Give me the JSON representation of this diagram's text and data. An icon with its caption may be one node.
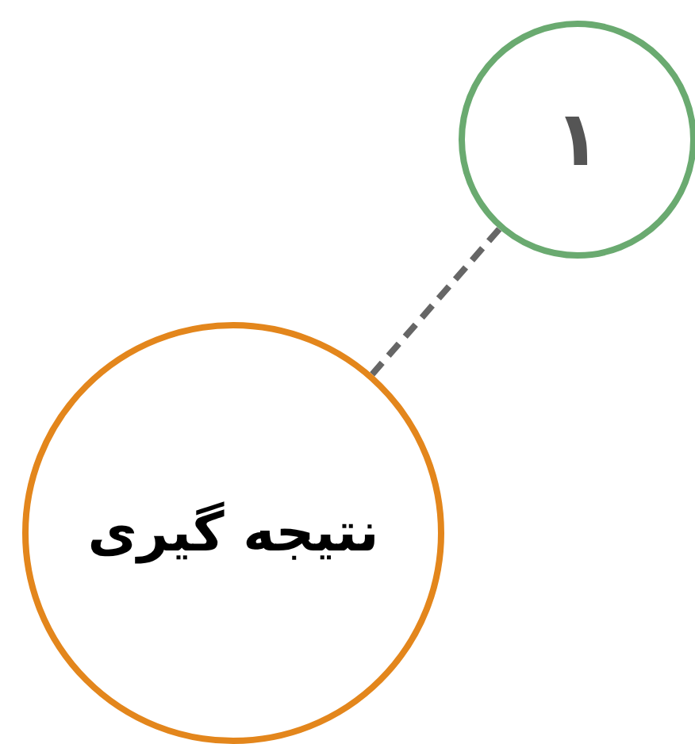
{
  "diagram": {
    "nodes": [
      {
        "text": [
          "۱"
        ]
      },
      {
        "text": [
          "نتیجه گیری"
        ]
      }
    ],
    "edges": [
      {
        "from": 0,
        "to": 1,
        "arrow": "none",
        "style": "dashed"
      }
    ]
  }
}
